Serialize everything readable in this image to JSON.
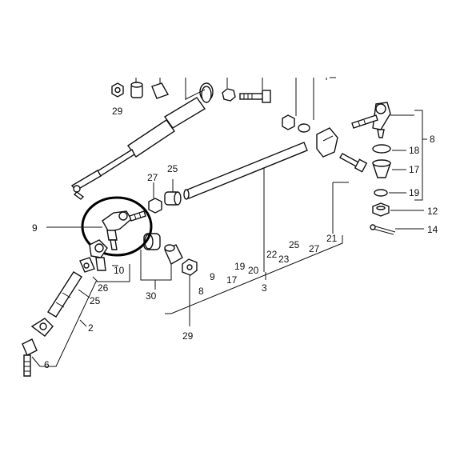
{
  "callouts": {
    "c29a": "29",
    "c27a": "27",
    "c25a": "25",
    "c9": "9",
    "c10": "10",
    "c26": "26",
    "c25b": "25",
    "c2": "2",
    "c6": "6",
    "c30": "30",
    "c29b": "29",
    "c8a": "8",
    "c9b": "9",
    "c17a": "17",
    "c19a": "19",
    "c20": "20",
    "c22": "22",
    "c23": "23",
    "c25c": "25",
    "c27b": "27",
    "c3": "3",
    "c21": "21",
    "c8b": "8",
    "c18": "18",
    "c17b": "17",
    "c19b": "19",
    "c12": "12",
    "c14": "14"
  }
}
